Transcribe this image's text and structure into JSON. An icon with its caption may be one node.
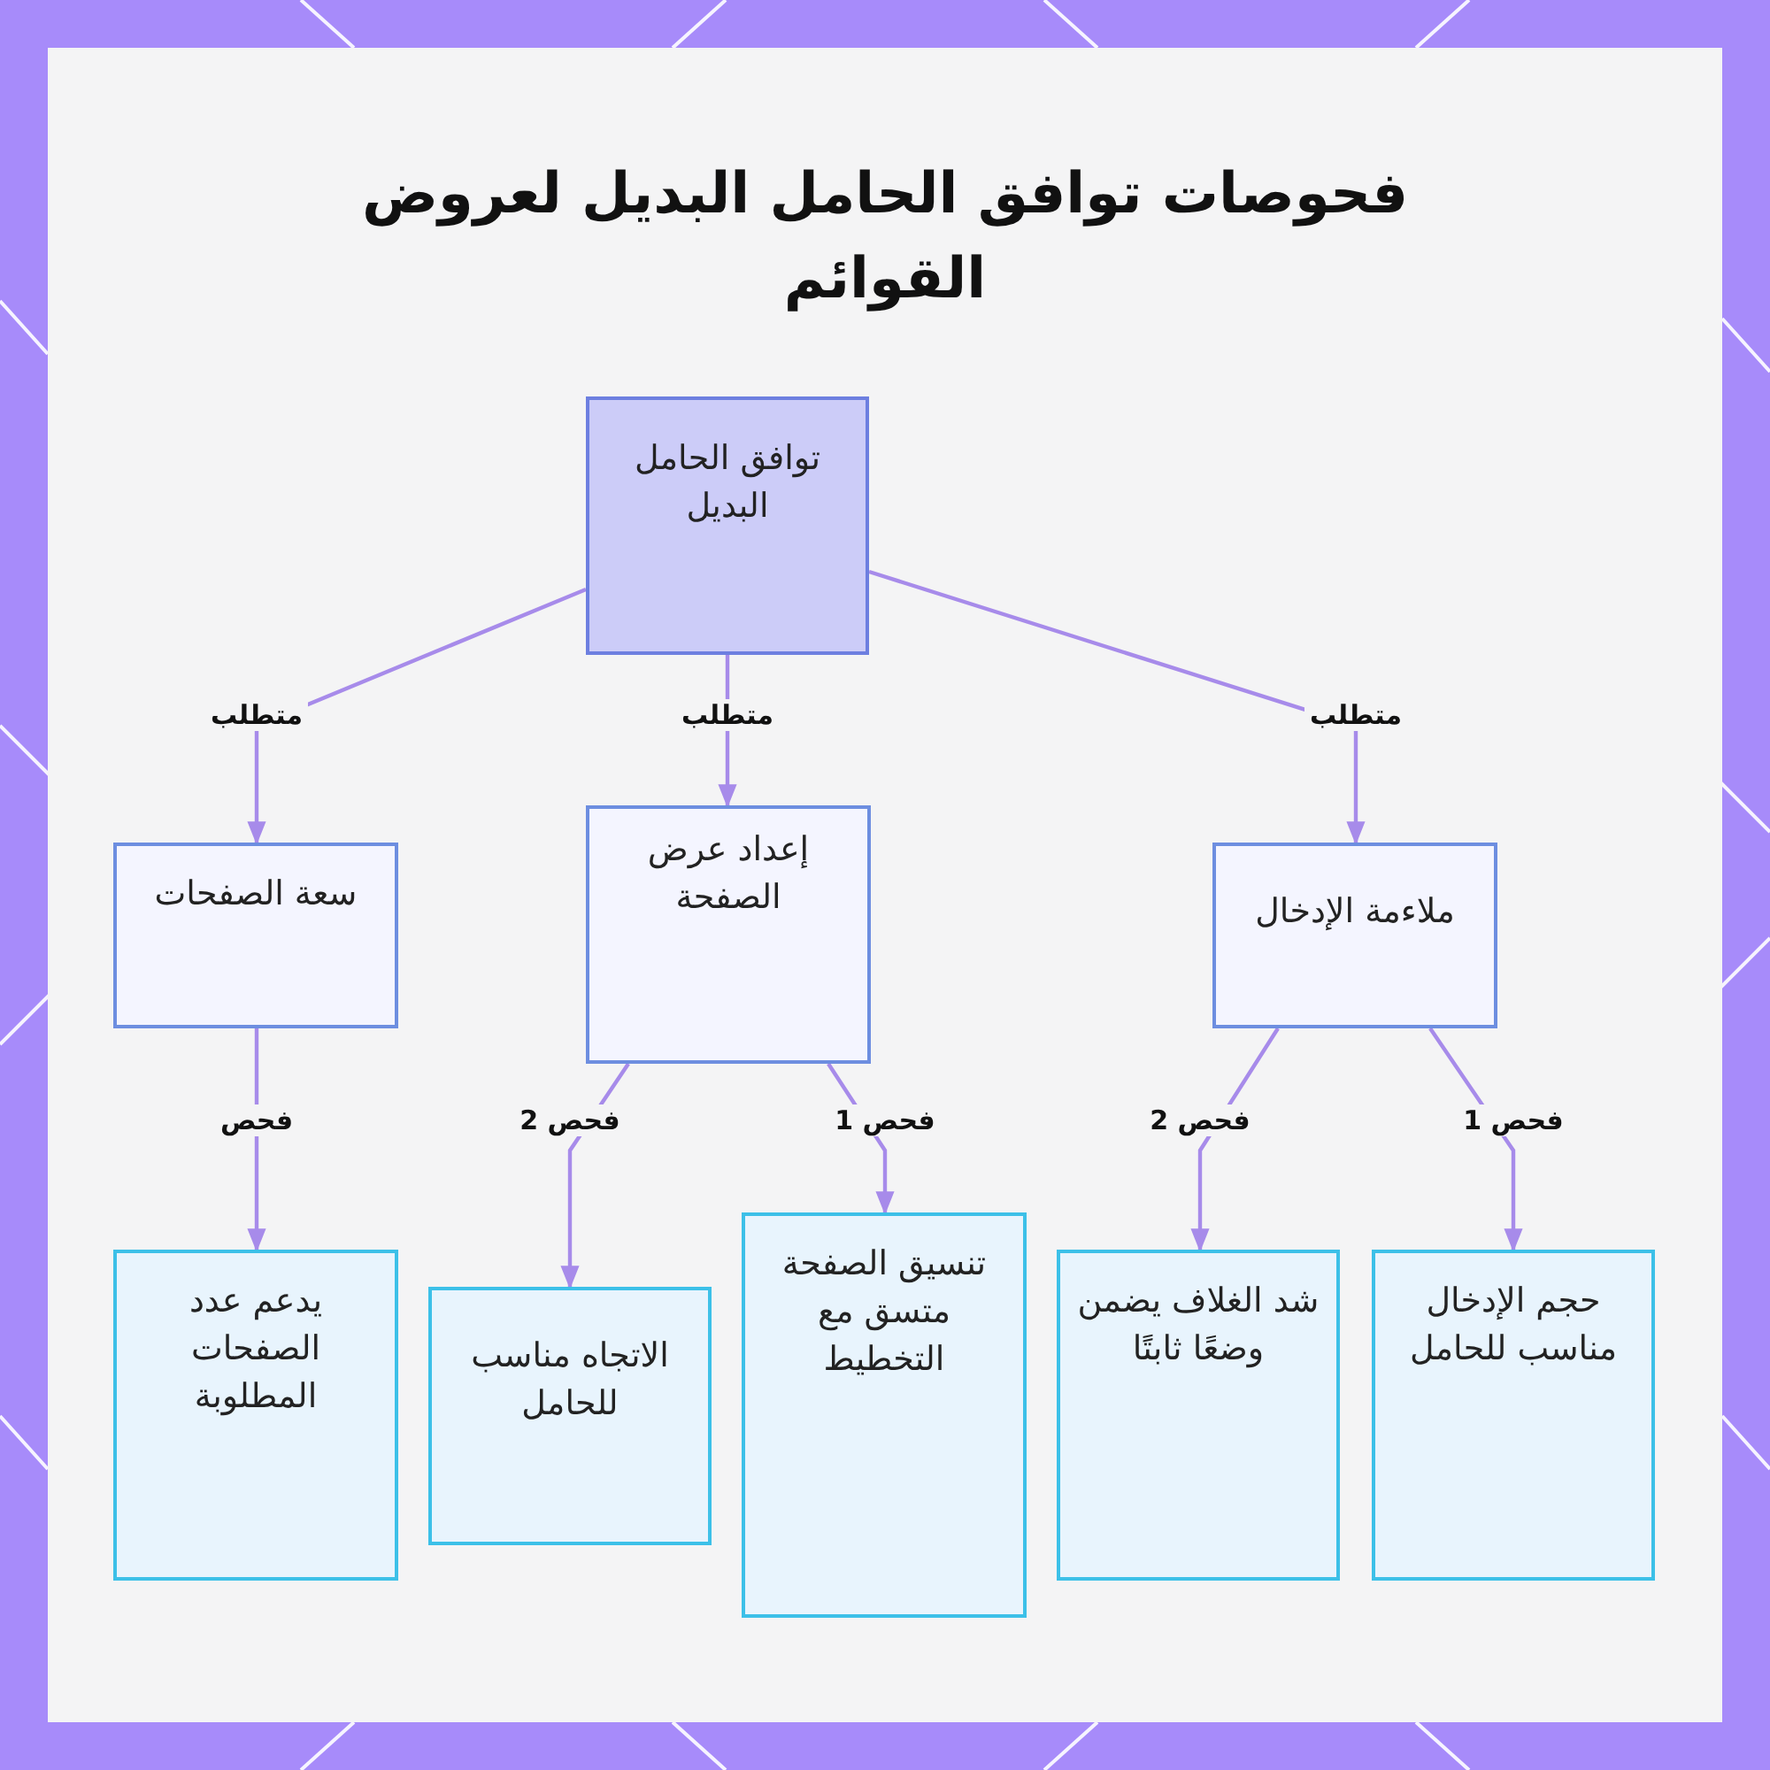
{
  "diagram": {
    "title": "فحوصات توافق الحامل البديل لعروض القوائم",
    "nodes": [
      {
        "text": [
          "توافق الحامل البديل"
        ]
      },
      {
        "text": [
          "سعة الصفحات"
        ]
      },
      {
        "text": [
          "إعداد عرض الصفحة"
        ]
      },
      {
        "text": [
          "ملاءمة الإدخال"
        ]
      },
      {
        "text": [
          "يدعم عدد الصفحات المطلوبة"
        ]
      },
      {
        "text": [
          "الاتجاه مناسب للحامل"
        ]
      },
      {
        "text": [
          "تنسيق الصفحة متسق مع التخطيط"
        ]
      },
      {
        "text": [
          "شد الغلاف يضمن وضعًا ثابتًا"
        ]
      },
      {
        "text": [
          "حجم الإدخال مناسب للحامل"
        ]
      }
    ],
    "edges": [
      {
        "from": 0,
        "to": 1,
        "arrow": "to",
        "label": "متطلب"
      },
      {
        "from": 0,
        "to": 2,
        "arrow": "to",
        "label": "متطلب"
      },
      {
        "from": 0,
        "to": 3,
        "arrow": "to",
        "label": "متطلب"
      },
      {
        "from": 1,
        "to": 4,
        "arrow": "to",
        "label": "فحص"
      },
      {
        "from": 2,
        "to": 5,
        "arrow": "to",
        "label": "فحص 2"
      },
      {
        "from": 2,
        "to": 6,
        "arrow": "to",
        "label": "فحص 1"
      },
      {
        "from": 3,
        "to": 7,
        "arrow": "to",
        "label": "فحص 2"
      },
      {
        "from": 3,
        "to": 8,
        "arrow": "to",
        "label": "فحص 1"
      }
    ]
  }
}
